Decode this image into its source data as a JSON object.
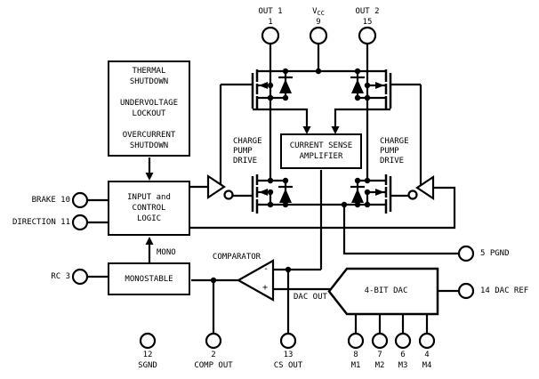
{
  "diagram": {
    "colors": {
      "line": "#000000",
      "background": "#ffffff"
    },
    "pins": {
      "out1": {
        "label": "OUT 1",
        "number": "1"
      },
      "vcc": {
        "label": "V",
        "subscript": "CC",
        "number": "9"
      },
      "out2": {
        "label": "OUT 2",
        "number": "15"
      },
      "brake": {
        "label": "BRAKE 10"
      },
      "direction": {
        "label": "DIRECTION 11"
      },
      "rc": {
        "label": "RC 3"
      },
      "pgnd": {
        "label": "5 PGND"
      },
      "dac_ref": {
        "label": "14 DAC REF"
      },
      "sgnd": {
        "number": "12",
        "label": "SGND"
      },
      "comp_out": {
        "number": "2",
        "label": "COMP OUT"
      },
      "cs_out": {
        "number": "13",
        "label": "CS OUT"
      },
      "m1": {
        "number": "8",
        "label": "M1"
      },
      "m2": {
        "number": "7",
        "label": "M2"
      },
      "m3": {
        "number": "6",
        "label": "M3"
      },
      "m4": {
        "number": "4",
        "label": "M4"
      }
    },
    "blocks": {
      "protection": {
        "lines": [
          "THERMAL",
          "SHUTDOWN",
          "UNDERVOLTAGE",
          "LOCKOUT",
          "OVERCURRENT",
          "SHUTDOWN"
        ]
      },
      "logic": {
        "lines": [
          "INPUT and",
          "CONTROL",
          "LOGIC"
        ]
      },
      "monostable": {
        "label": "MONOSTABLE"
      },
      "current_sense_amp": {
        "lines": [
          "CURRENT SENSE",
          "AMPLIFIER"
        ]
      },
      "dac": {
        "label": "4-BIT DAC"
      }
    },
    "labels": {
      "charge_pump_left": {
        "lines": [
          "CHARGE",
          "PUMP",
          "DRIVE"
        ]
      },
      "charge_pump_right": {
        "lines": [
          "CHARGE",
          "PUMP",
          "DRIVE"
        ]
      },
      "comparator": "COMPARATOR",
      "mono": "MONO",
      "dac_out": "DAC OUT",
      "minus_sign": "-",
      "plus_sign": "+"
    }
  }
}
